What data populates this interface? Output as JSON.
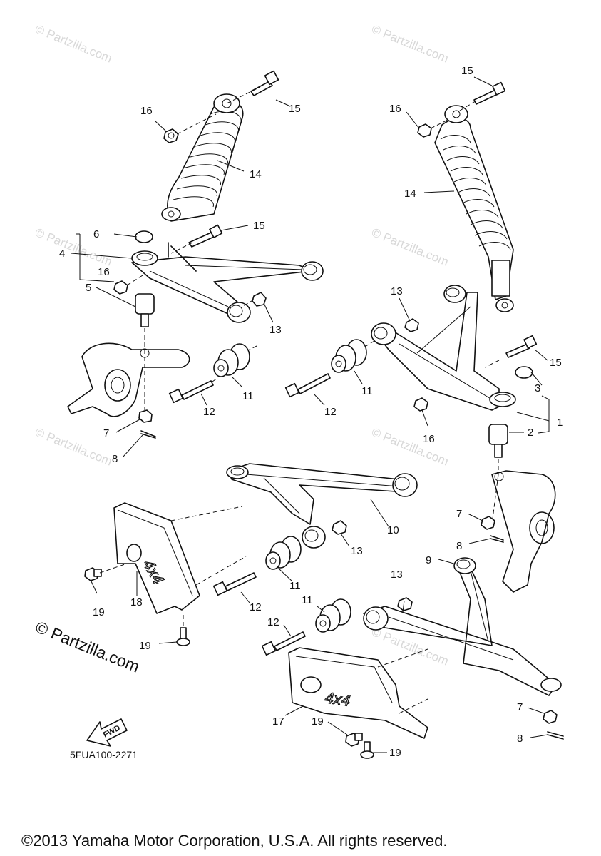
{
  "watermark_text": "© Partzilla.com",
  "brand_watermark": "© Partzilla.com",
  "diagram_code": "5FUA100-2271",
  "fwd_label": "FWD",
  "decal_text": "4x4",
  "copyright": "©2013 Yamaha Motor Corporation, U.S.A. All rights reserved.",
  "callouts": {
    "c15a": "15",
    "c16a": "16",
    "c14a": "14",
    "c15b": "15",
    "c6": "6",
    "c4": "4",
    "c16b": "16",
    "c5": "5",
    "c13a": "13",
    "c11a": "11",
    "c12a": "12",
    "c7a": "7",
    "c8a": "8",
    "c15c": "15",
    "c16c": "16",
    "c14b": "14",
    "c13b": "13",
    "c15d": "15",
    "c3": "3",
    "c1": "1",
    "c2": "2",
    "c16d": "16",
    "c11b": "11",
    "c12b": "12",
    "c10": "10",
    "c13c": "13",
    "c11c": "11",
    "c12c": "12",
    "c18": "18",
    "c19a": "19",
    "c19b": "19",
    "c7b": "7",
    "c8b": "8",
    "c9": "9",
    "c13d": "13",
    "c11d": "11",
    "c12d": "12",
    "c17": "17",
    "c19c": "19",
    "c19d": "19",
    "c7c": "7",
    "c8c": "8"
  }
}
